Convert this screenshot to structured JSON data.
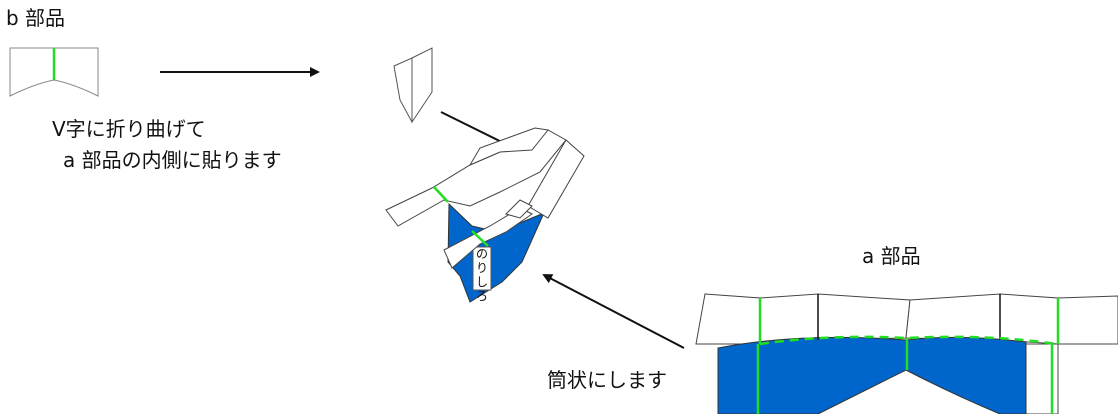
{
  "labels": {
    "b_part": "b 部品",
    "fold_v": "V字に折り曲げて",
    "paste_inside": "a 部品の内側に貼ります",
    "a_part": "a 部品",
    "make_tube": "筒状にします",
    "glue_tab": "のりしろ"
  },
  "colors": {
    "fill_blue": "#0066cc",
    "crease_green": "#22dd22",
    "outline_gray": "#888888",
    "line_black": "#111111"
  }
}
